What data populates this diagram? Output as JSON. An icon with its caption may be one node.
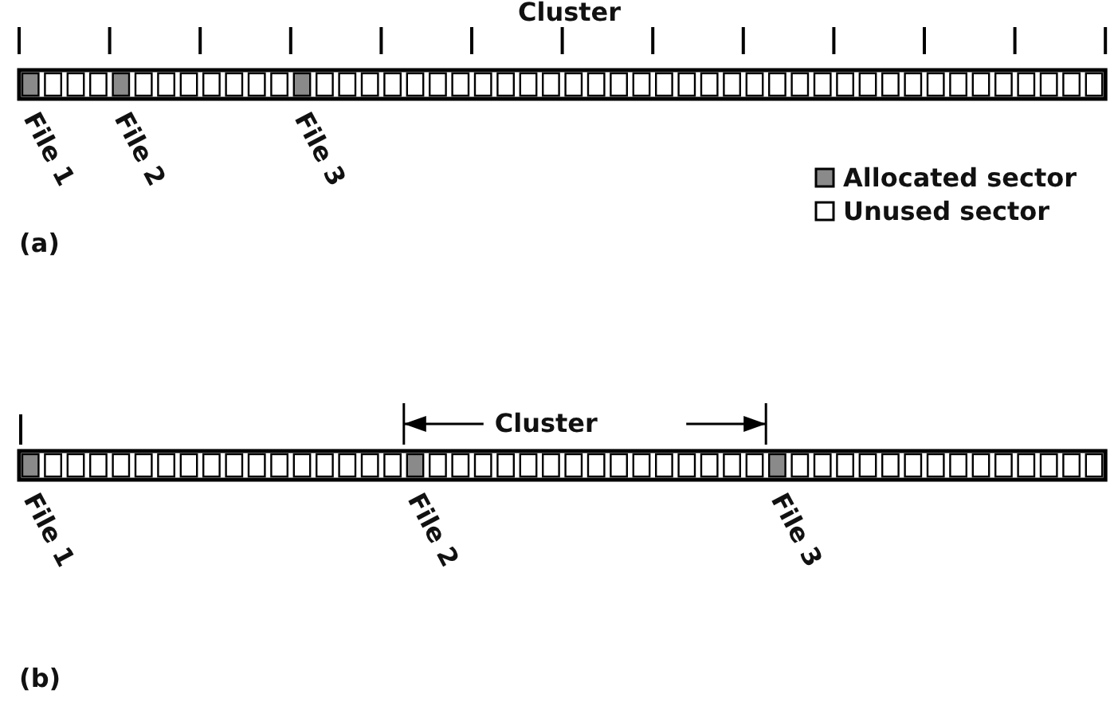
{
  "diagram": {
    "labels": [
      "Cluster",
      "File 1",
      "File 2",
      "File 3",
      "(a)",
      "Cluster",
      "File 1",
      "File 2",
      "File 3",
      "(b)"
    ],
    "legend": [
      {
        "text": "Allocated sector"
      },
      {
        "text": "Unused sector"
      }
    ]
  }
}
